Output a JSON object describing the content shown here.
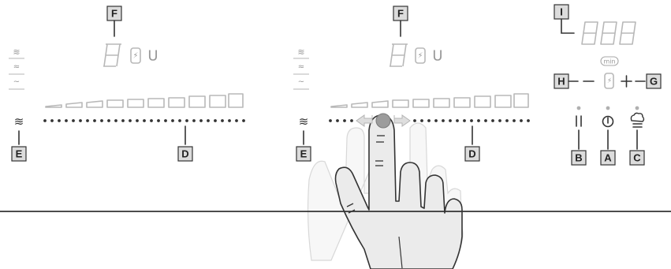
{
  "labels": {
    "F": "F",
    "E": "E",
    "D": "D",
    "I": "I",
    "H": "H",
    "G": "G",
    "B": "B",
    "A": "A",
    "C": "C"
  },
  "zone_display": {
    "digit": "8",
    "unit": "U"
  },
  "timer_display": "888",
  "timer_min": "min",
  "icons": {
    "heat_levels": "heat-wave-icon",
    "keep_warm": "keep-warm-icon",
    "pause": "pause-icon",
    "power": "power-icon",
    "chef": "chef-hat-icon",
    "minus": "minus-icon",
    "plus": "plus-icon",
    "timer": "timer-icon"
  },
  "colors": {
    "line": "#333333",
    "segment": "#b8b8b8",
    "label_bg": "#dcdcdc",
    "touch_point": "#999999"
  }
}
